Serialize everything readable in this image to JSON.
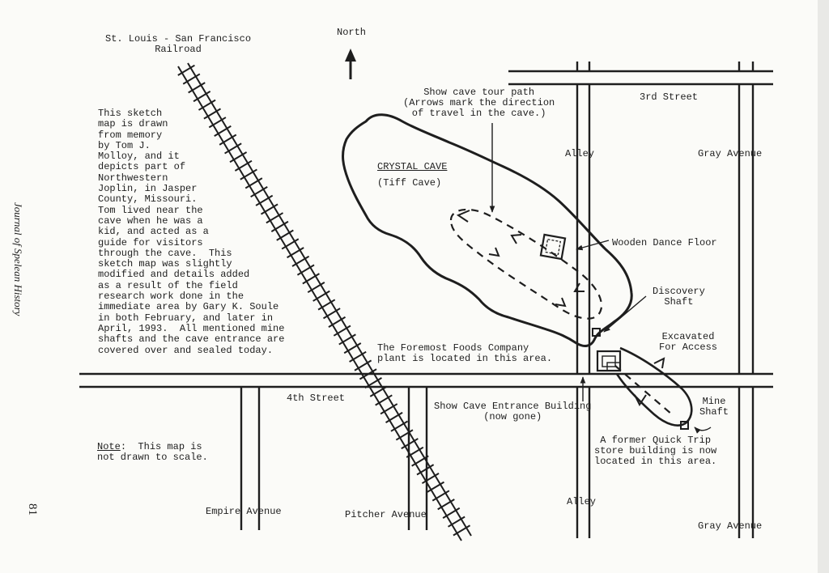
{
  "page": {
    "journal_title": "Journal of Spelean History",
    "page_number": "81"
  },
  "map": {
    "railroad_label": "St. Louis - San Francisco\nRailroad",
    "north_label": "North",
    "tour_path_note": "Show cave tour path\n(Arrows mark the direction\nof travel in the cave.)",
    "cave_name": "CRYSTAL CAVE",
    "cave_alt_name": "(Tiff Cave)",
    "description": "This sketch\nmap is drawn\nfrom memory\nby Tom J.\nMolloy, and it\ndepicts part of\nNorthwestern\nJoplin, in Jasper\nCounty, Missouri.\nTom lived near the\ncave when he was a\nkid, and acted as a\nguide for visitors\nthrough the cave.  This\nsketch map was slightly\nmodified and details added\nas a result of the field\nresearch work done in the\nimmediate area by Gary K. Soule\nin both February, and later in\nApril, 1993.  All mentioned mine\nshafts and the cave entrance are\ncovered over and sealed today.",
    "note_label": "Note",
    "note_text": ":  This map is\nnot drawn to scale.",
    "street_3rd": "3rd Street",
    "street_4th": "4th Street",
    "alley_top": "Alley",
    "alley_bottom": "Alley",
    "gray_avenue_top": "Gray Avenue",
    "gray_avenue_bottom": "Gray Avenue",
    "empire_avenue": "Empire Avenue",
    "pitcher_avenue": "Pitcher Avenue",
    "wooden_dance_floor": "Wooden Dance Floor",
    "discovery_shaft": "Discovery\nShaft",
    "excavated": "Excavated\nFor Access",
    "foremost_foods": "The Foremost Foods Company\nplant is located in this area.",
    "entrance_building": "Show Cave Entrance Building\n(now gone)",
    "mine_shaft": "Mine\nShaft",
    "quick_trip": "A former Quick Trip\nstore building is now\nlocated in this area."
  },
  "colors": {
    "ink": "#1e1e1e",
    "paper": "#fbfbf8"
  }
}
